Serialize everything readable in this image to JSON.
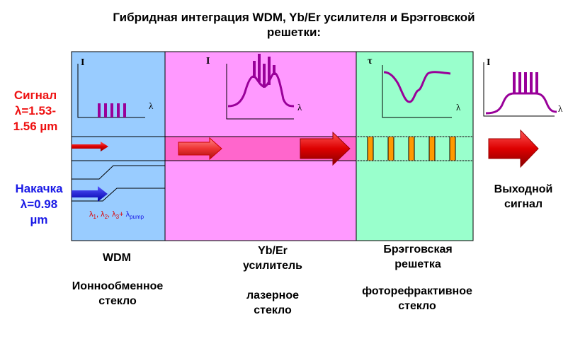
{
  "title_line1": "Гибридная интеграция WDM, Yb/Er усилителя и Брэгговской",
  "title_line2": "решетки:",
  "signal": {
    "line1": "Сигнал",
    "line2": "λ=1.53-",
    "line3": "1.56 µm",
    "color": "#ee1111"
  },
  "pump": {
    "line1": "Накачка",
    "line2": "λ=0.98",
    "line3": "µm",
    "color": "#1a1ae6"
  },
  "output": {
    "line1": "Выходной",
    "line2": "сигнал"
  },
  "insets": {
    "wdm": {
      "y_label": "I",
      "x_label": "λ"
    },
    "amp": {
      "y_label": "I",
      "x_label": "λ"
    },
    "bragg": {
      "y_label": "τ",
      "x_label": "λ"
    },
    "out": {
      "y_label": "I",
      "x_label": "λ"
    }
  },
  "wavelength_note": {
    "l1": "λ",
    "s1": "1",
    "sep1": ", ",
    "l2": "λ",
    "s2": "2",
    "sep2": ", ",
    "l3": "λ",
    "s3": "3",
    "plus": "+ ",
    "lp": "λ",
    "sp": "pump"
  },
  "sections": {
    "wdm": {
      "name": "WDM",
      "material1": "Ионнообменное",
      "material2": "стекло"
    },
    "amp": {
      "name1": "Yb/Er",
      "name2": "усилитель",
      "material1": "лазерное",
      "material2": "стекло"
    },
    "bragg": {
      "name1": "Брэгговская",
      "name2": "решетка",
      "material1": "фоторефрактивное",
      "material2": "стекло"
    }
  },
  "colors": {
    "wdm_bg": "#99ccff",
    "amp_bg": "#ff99ff",
    "bragg_bg": "#99ffcc",
    "waveguide": "#ff66cc",
    "spectrum": "#990099",
    "grating": "#ff9900",
    "arrow": "#dd0000"
  }
}
